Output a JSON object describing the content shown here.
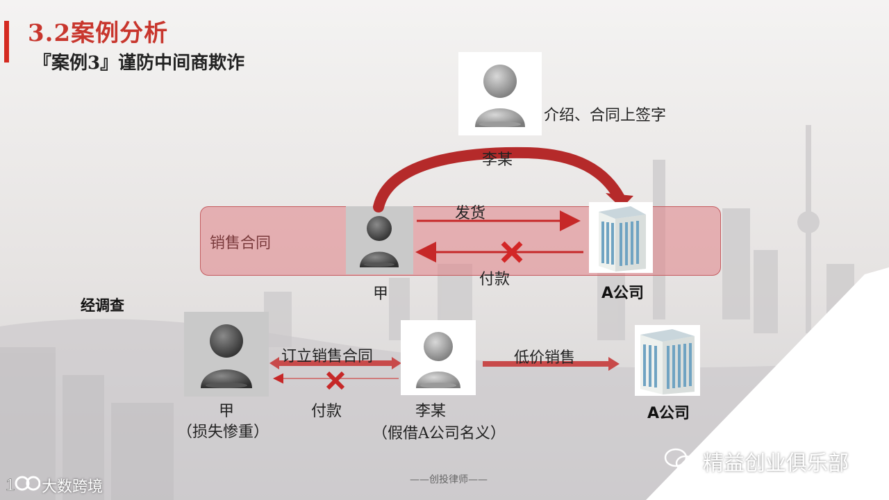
{
  "title": "3.2案例分析",
  "subtitle": "『案例3』谨防中间商欺诈",
  "top_diagram": {
    "introducer_note": "介绍、合同上签字",
    "introducer_name": "李某",
    "contract_label": "销售合同",
    "ship_label": "发货",
    "pay_label": "付款",
    "buyer_name": "甲",
    "company_name": "A公司"
  },
  "investigation_label": "经调查",
  "bottom_diagram": {
    "victim_name": "甲",
    "victim_note": "（损失惨重）",
    "contract_label": "订立销售合同",
    "pay_label": "付款",
    "middleman_name": "李某",
    "middleman_note": "（假借A公司名义）",
    "sale_label": "低价销售",
    "company_name": "A公司"
  },
  "footer": "——创投律师——",
  "watermark_right": "精益创业俱乐部",
  "watermark_left": "大数跨境",
  "colors": {
    "accent": "#d42a20",
    "arrow_red": "#c62828",
    "contract_fill": "#e08287"
  }
}
